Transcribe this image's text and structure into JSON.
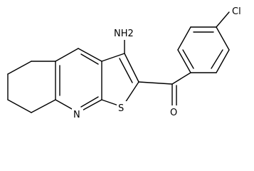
{
  "molecule": {
    "atoms": {
      "nh2": "NH2",
      "cl": "Cl",
      "o": "O",
      "n": "N",
      "s": "S"
    }
  }
}
